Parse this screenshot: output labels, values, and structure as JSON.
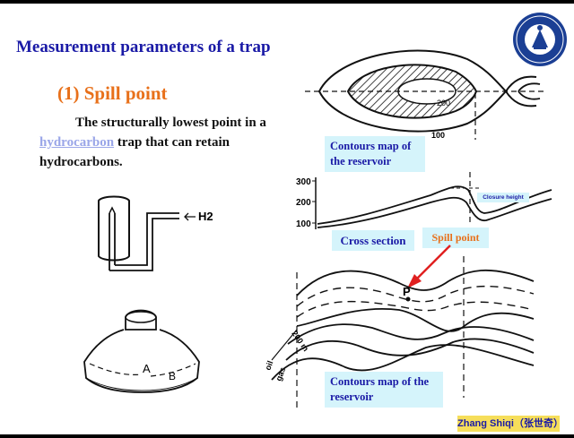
{
  "slide": {
    "title": "Measurement parameters of a trap",
    "subtitle": "(1) Spill point",
    "description": {
      "part1": "The structurally lowest point in a",
      "link": "hydrocarbon",
      "part2": " trap that can retain hydrocarbons."
    },
    "labels": {
      "contours_top": "Contours map of the reservoir",
      "cross_section": "Cross section",
      "spill_point": "Spill point",
      "closure_height": "Closure height",
      "contours_bottom": "Contours map of the reservoir"
    },
    "figure": {
      "contour_200": "200",
      "contour_100": "100",
      "axis_300": "300",
      "axis_200": "200",
      "axis_100": "100",
      "h2": "H2",
      "point_a": "A",
      "point_b": "B",
      "point_p": "P",
      "depth_200m": "200 m",
      "oil": "oil",
      "gas": "gas"
    },
    "footer": "Zhang Shiqi（张世奇）",
    "colors": {
      "title": "#1a1aa6",
      "subtitle": "#e8701a",
      "label_box": "#d5f4fb",
      "footer_box": "#f6de5a",
      "arrow": "#e02020"
    }
  }
}
